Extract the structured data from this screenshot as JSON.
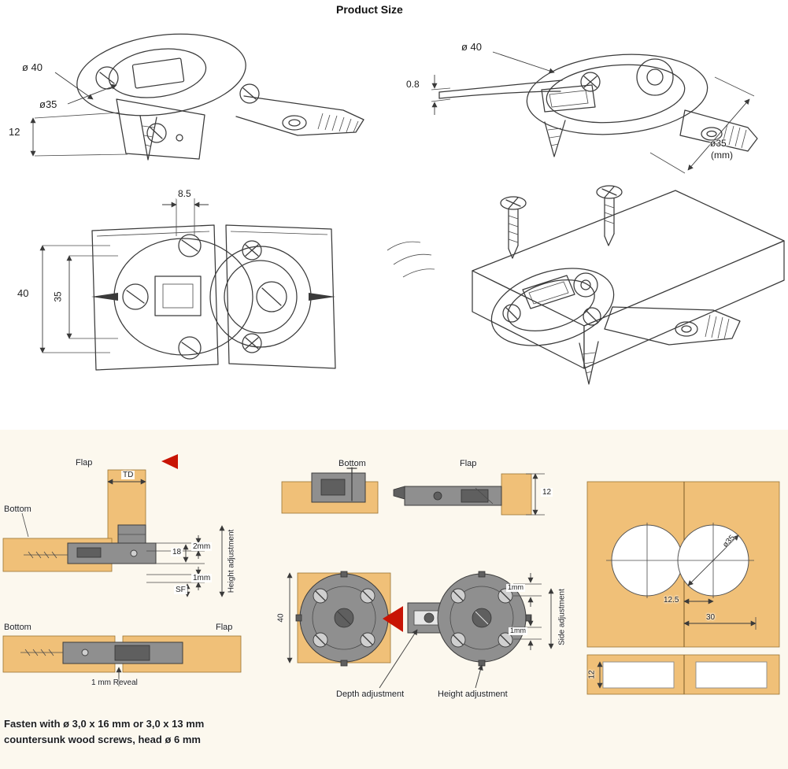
{
  "title": "Product Size",
  "colors": {
    "wood": "#f0c078",
    "hinge_gray": "#8f8f8f",
    "hinge_dark": "#5f5f5f",
    "line": "#3a3a3a",
    "accent_red": "#c81404",
    "bottom_background": "#fcf8ee"
  },
  "top": {
    "iso_open": {
      "dia40": "ø 40",
      "dia35": "ø35",
      "h12": "12"
    },
    "iso_flat": {
      "dia40": "ø 40",
      "t08": "0.8",
      "dia35": "ø35",
      "unit": "(mm)"
    },
    "plan": {
      "gap85": "8.5",
      "w40": "40",
      "w35": "35"
    }
  },
  "install": {
    "left": {
      "flap": "Flap",
      "td": "TD",
      "bottom": "Bottom",
      "d18": "18",
      "d2mm": "2mm",
      "d1mm": "1mm",
      "sf": "SF",
      "height_adjustment": "Height adjustment",
      "bottom2": "Bottom",
      "flap2": "Flap",
      "reveal": "1 mm Reveal"
    },
    "middle": {
      "bottom": "Bottom",
      "flap": "Flap",
      "d12": "12",
      "d40": "40",
      "d1mm_a": "1mm",
      "d1mm_b": "1mm",
      "side_adjustment": "Side adjustment",
      "depth_adjustment": "Depth adjustment",
      "height_adjustment": "Height adjustment"
    },
    "right": {
      "dia35": "ø35",
      "d12_5": "12.5",
      "d30": "30",
      "d12": "12"
    }
  },
  "footer": {
    "line1": "Fasten with ø 3,0 x 16 mm or 3,0 x 13 mm",
    "line2": "countersunk wood screws, head ø 6 mm"
  }
}
